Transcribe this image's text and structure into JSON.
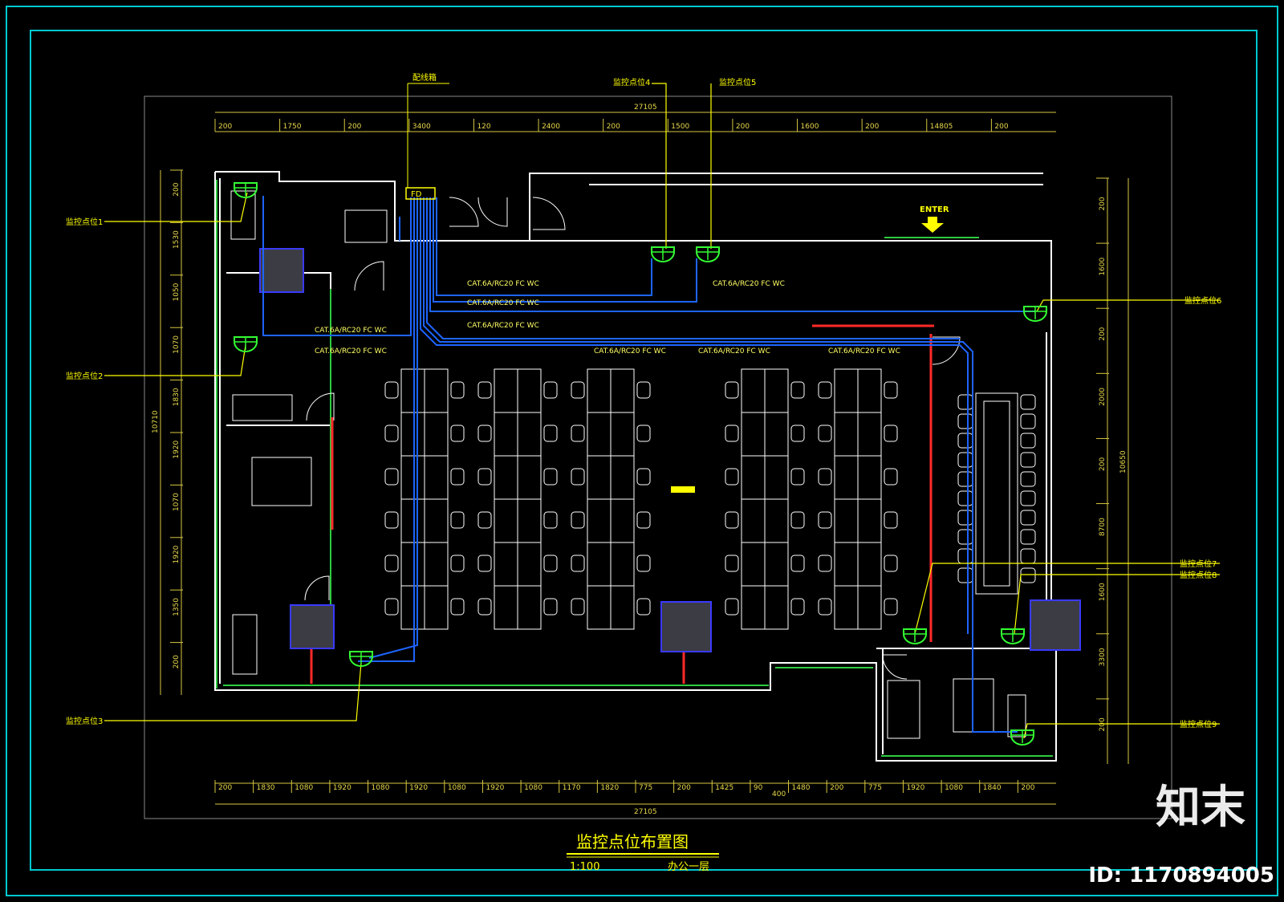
{
  "drawing": {
    "title": "监控点位布置图",
    "scale": "1:100",
    "floor": "办公一层",
    "distribution_box_label": "配线箱",
    "distribution_box_tag": "FD",
    "entrance_label": "ENTER",
    "cable_spec": "CAT.6A/RC20 FC WC",
    "camera_points": [
      "监控点位1",
      "监控点位2",
      "监控点位3",
      "监控点位4",
      "监控点位5",
      "监控点位6",
      "监控点位7",
      "监控点位8",
      "监控点位9"
    ],
    "dimensions": {
      "top_total": "27105",
      "top_segments": [
        "200",
        "1750",
        "200",
        "3400",
        "120",
        "2400",
        "200",
        "1500",
        "200",
        "1600",
        "200",
        "14805",
        "200"
      ],
      "bottom_total": "27105",
      "bottom_segments": [
        "200",
        "1830",
        "1080",
        "1920",
        "1080",
        "1920",
        "1080",
        "1920",
        "1080",
        "1170",
        "1820",
        "775",
        "200",
        "1425",
        "90",
        "1480",
        "200",
        "775",
        "1920",
        "1080",
        "1840",
        "200"
      ],
      "bottom_sub": "400",
      "left_total": "10710",
      "left_segments": [
        "200",
        "1530",
        "1050",
        "1070",
        "1830",
        "1920",
        "1070",
        "1920",
        "1350",
        "200"
      ],
      "right_total": "10650",
      "right_segments": [
        "200",
        "1600",
        "200",
        "2000",
        "200",
        "8700",
        "1600",
        "3300",
        "200"
      ]
    }
  },
  "watermark": {
    "brand": "知末",
    "id": "ID: 1170894005"
  }
}
